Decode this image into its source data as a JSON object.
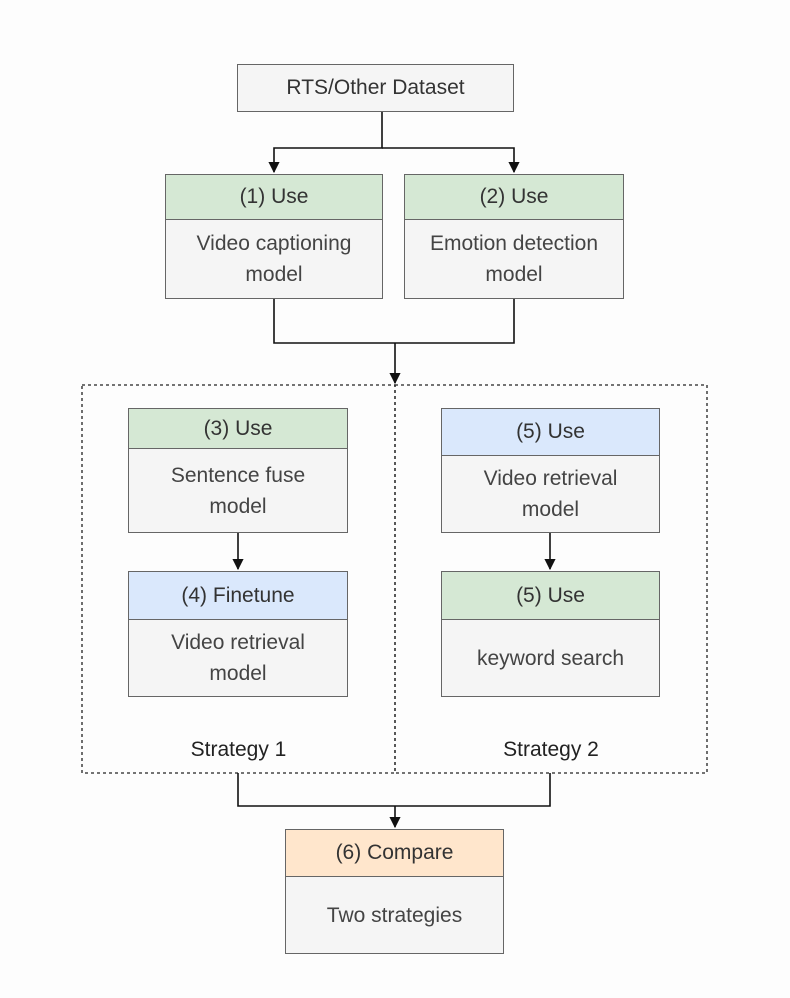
{
  "source": {
    "label": "RTS/Other Dataset"
  },
  "step1": {
    "header": "(1) Use",
    "body": "Video captioning\nmodel",
    "color": "#d5e8d4"
  },
  "step2": {
    "header": "(2) Use",
    "body": "Emotion detection\nmodel",
    "color": "#d5e8d4"
  },
  "strategy1": {
    "label": "Strategy 1",
    "step3": {
      "header": "(3) Use",
      "body": "Sentence fuse\nmodel",
      "color": "#d5e8d4"
    },
    "step4": {
      "header": "(4) Finetune",
      "body": "Video retrieval\nmodel",
      "color": "#dae8fc"
    }
  },
  "strategy2": {
    "label": "Strategy 2",
    "step5a": {
      "header": "(5) Use",
      "body": "Video retrieval\nmodel",
      "color": "#dae8fc"
    },
    "step5b": {
      "header": "(5) Use",
      "body": "keyword search",
      "color": "#d5e8d4"
    }
  },
  "step6": {
    "header": "(6) Compare",
    "body": "Two strategies",
    "color": "#ffe6cc"
  }
}
